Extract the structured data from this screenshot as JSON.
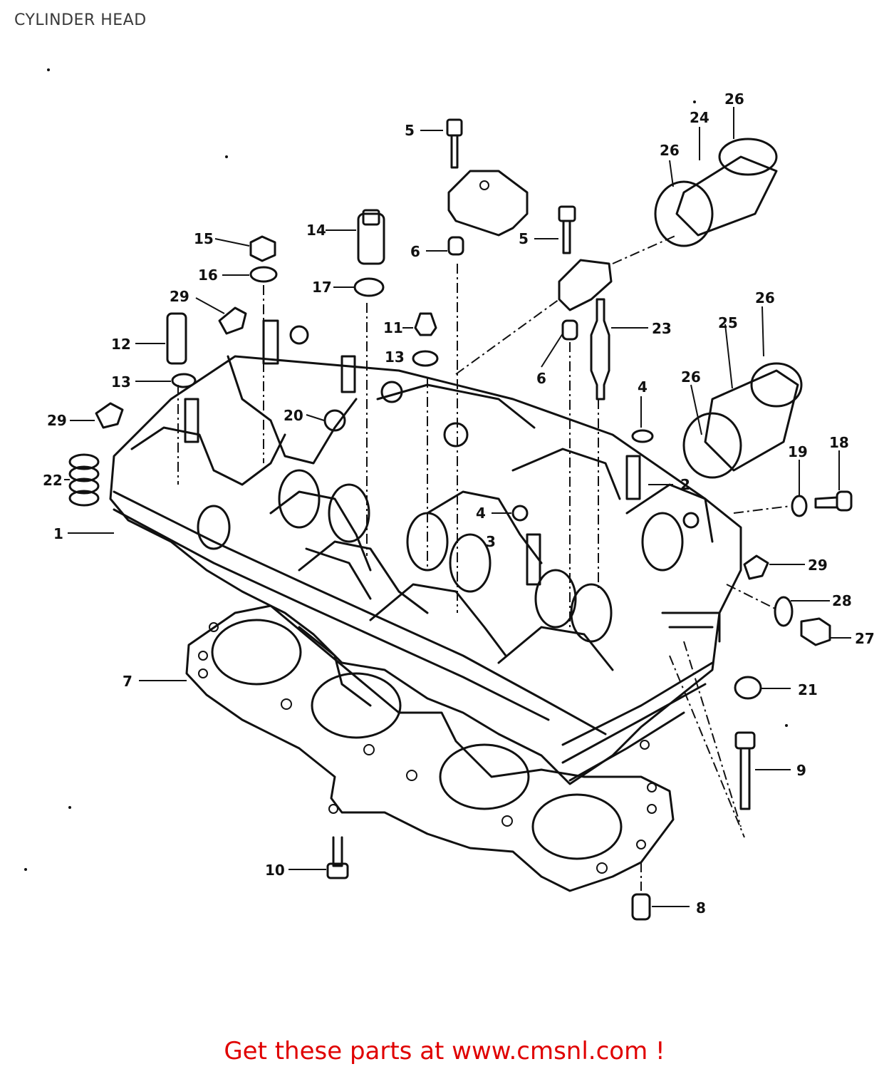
{
  "page": {
    "title": "CYLINDER HEAD"
  },
  "footer": {
    "text": "Get these parts at www.cmsnl.com !"
  },
  "callouts": [
    "1",
    "2",
    "3",
    "4",
    "4",
    "5",
    "5",
    "6",
    "6",
    "7",
    "8",
    "9",
    "10",
    "11",
    "12",
    "13",
    "13",
    "14",
    "15",
    "16",
    "17",
    "18",
    "19",
    "20",
    "21",
    "22",
    "23",
    "24",
    "25",
    "26",
    "26",
    "26",
    "26",
    "27",
    "28",
    "29",
    "29",
    "29"
  ]
}
